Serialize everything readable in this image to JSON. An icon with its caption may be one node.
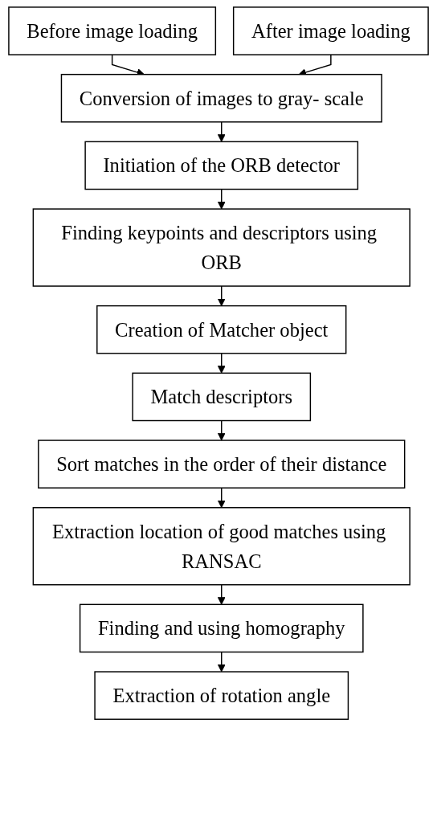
{
  "diagram": {
    "nodes": [
      {
        "text": [
          "Before image loading"
        ]
      },
      {
        "text": [
          "After image loading"
        ]
      },
      {
        "text": [
          "Conversion of images to gray- scale"
        ]
      },
      {
        "text": [
          "Initiation of the ORB detector"
        ]
      },
      {
        "text": [
          "Finding keypoints and descriptors using ORB"
        ]
      },
      {
        "text": [
          "Creation of Matcher object"
        ]
      },
      {
        "text": [
          "Match descriptors"
        ]
      },
      {
        "text": [
          "Sort matches in the order of their distance"
        ]
      },
      {
        "text": [
          "Extraction location of good matches using RANSAC"
        ]
      },
      {
        "text": [
          "Finding and using homography"
        ]
      },
      {
        "text": [
          "Extraction of rotation angle"
        ]
      }
    ],
    "edges": [
      {
        "from": 0,
        "to": 2,
        "arrow": "to"
      },
      {
        "from": 1,
        "to": 2,
        "arrow": "to"
      },
      {
        "from": 2,
        "to": 3,
        "arrow": "to"
      },
      {
        "from": 3,
        "to": 4,
        "arrow": "to"
      },
      {
        "from": 4,
        "to": 5,
        "arrow": "to"
      },
      {
        "from": 5,
        "to": 6,
        "arrow": "to"
      },
      {
        "from": 6,
        "to": 7,
        "arrow": "to"
      },
      {
        "from": 7,
        "to": 8,
        "arrow": "to"
      },
      {
        "from": 8,
        "to": 9,
        "arrow": "to"
      },
      {
        "from": 9,
        "to": 10,
        "arrow": "to"
      }
    ]
  }
}
